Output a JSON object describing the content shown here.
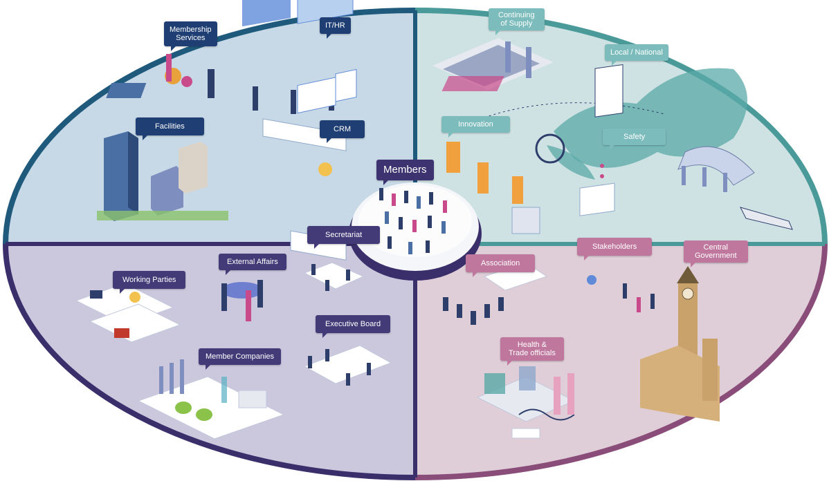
{
  "colors": {
    "q_top_left_fill": "#c7d9e6",
    "q_top_left_border": "#1f5a7c",
    "q_top_right_fill": "#cfe2e3",
    "q_top_right_border": "#4a9a9a",
    "q_bottom_left_fill": "#cbc8de",
    "q_bottom_left_border": "#3a2f6b",
    "q_bottom_right_fill": "#dfcdd7",
    "q_bottom_right_border": "#8a4d7a",
    "center_disc": "#f4f6f9",
    "label_navy": "#1f3f74",
    "label_teal": "#7cbcbc",
    "label_purple": "#433a78",
    "label_pink": "#c0779d"
  },
  "center": {
    "title": "Members"
  },
  "top_left": {
    "membership_services": [
      "Membership",
      "Services"
    ],
    "it_hr": "IT/HR",
    "facilities": "Facilities",
    "crm": "CRM"
  },
  "top_right": {
    "continuing_supply": [
      "Continuing",
      "of Supply"
    ],
    "local_national": "Local / National",
    "innovation": "Innovation",
    "safety": "Safety"
  },
  "bottom_left": {
    "secretariat": "Secretariat",
    "external_affairs": "External Affairs",
    "working_parties": "Working Parties",
    "executive_board": "Executive Board",
    "member_companies": "Member Companies"
  },
  "bottom_right": {
    "association": "Association",
    "stakeholders": "Stakeholders",
    "central_government": [
      "Central",
      "Government"
    ],
    "health_trade": [
      "Health &",
      "Trade officials"
    ]
  },
  "illustration_names": [
    "membership-services-illustration",
    "it-hr-office-illustration",
    "facilities-buildings-illustration",
    "crm-presentation-illustration",
    "continuing-supply-port-illustration",
    "world-map-illustration",
    "innovation-robot-arms-illustration",
    "safety-checklist-illustration",
    "train-tunnel-illustration",
    "members-crowd-illustration",
    "working-parties-illustration",
    "external-affairs-meeting-illustration",
    "secretariat-meeting-illustration",
    "executive-board-illustration",
    "member-companies-factory-illustration",
    "association-conference-illustration",
    "stakeholders-presentation-illustration",
    "big-ben-parliament-illustration",
    "health-trade-lab-illustration"
  ]
}
